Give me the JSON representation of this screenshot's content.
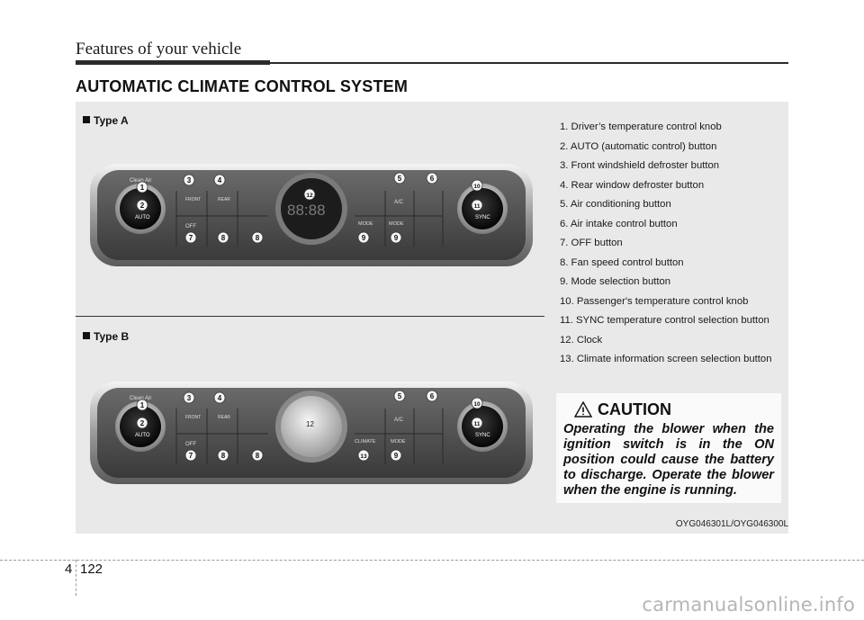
{
  "header": {
    "title": "Features of your vehicle"
  },
  "section": {
    "title": "AUTOMATIC CLIMATE CONTROL SYSTEM"
  },
  "type_a": {
    "label": "Type A"
  },
  "type_b": {
    "label": "Type B"
  },
  "panel_labels": {
    "clean_air": "Clean Air",
    "front": "FRONT",
    "rear": "REAR",
    "auto": "AUTO",
    "off": "OFF",
    "ac": "A/C",
    "sync": "SYNC",
    "mode_down": "MODE",
    "mode_up": "MODE",
    "climate": "CLIMATE",
    "mode": "MODE",
    "clock_display": "88:88",
    "clock_num": "12"
  },
  "callouts": {
    "n1": "1",
    "n2": "2",
    "n3": "3",
    "n4": "4",
    "n5": "5",
    "n6": "6",
    "n7": "7",
    "n8": "8",
    "n9": "9",
    "n10": "10",
    "n11": "11",
    "n12": "12",
    "n13": "13"
  },
  "legend": [
    "1. Driver’s temperature control knob",
    "2. AUTO (automatic control) button",
    "3. Front windshield defroster button",
    "4. Rear window defroster button",
    "5. Air conditioning button",
    "6. Air intake control button",
    "7. OFF button",
    "8. Fan speed control button",
    "9. Mode selection button",
    "10. Passenger's temperature control knob",
    "11. SYNC temperature control selection button",
    "12. Clock",
    "13. Climate information screen selection button"
  ],
  "caution": {
    "heading": "CAUTION",
    "text": "Operating the blower when the ignition switch is in the ON position could cause the battery to discharge. Operate the blower when the engine is running."
  },
  "figure_code": "OYG046301L/OYG046300L",
  "footer": {
    "chapter": "4",
    "page": "122"
  },
  "watermark": "carmanualsonline.info"
}
